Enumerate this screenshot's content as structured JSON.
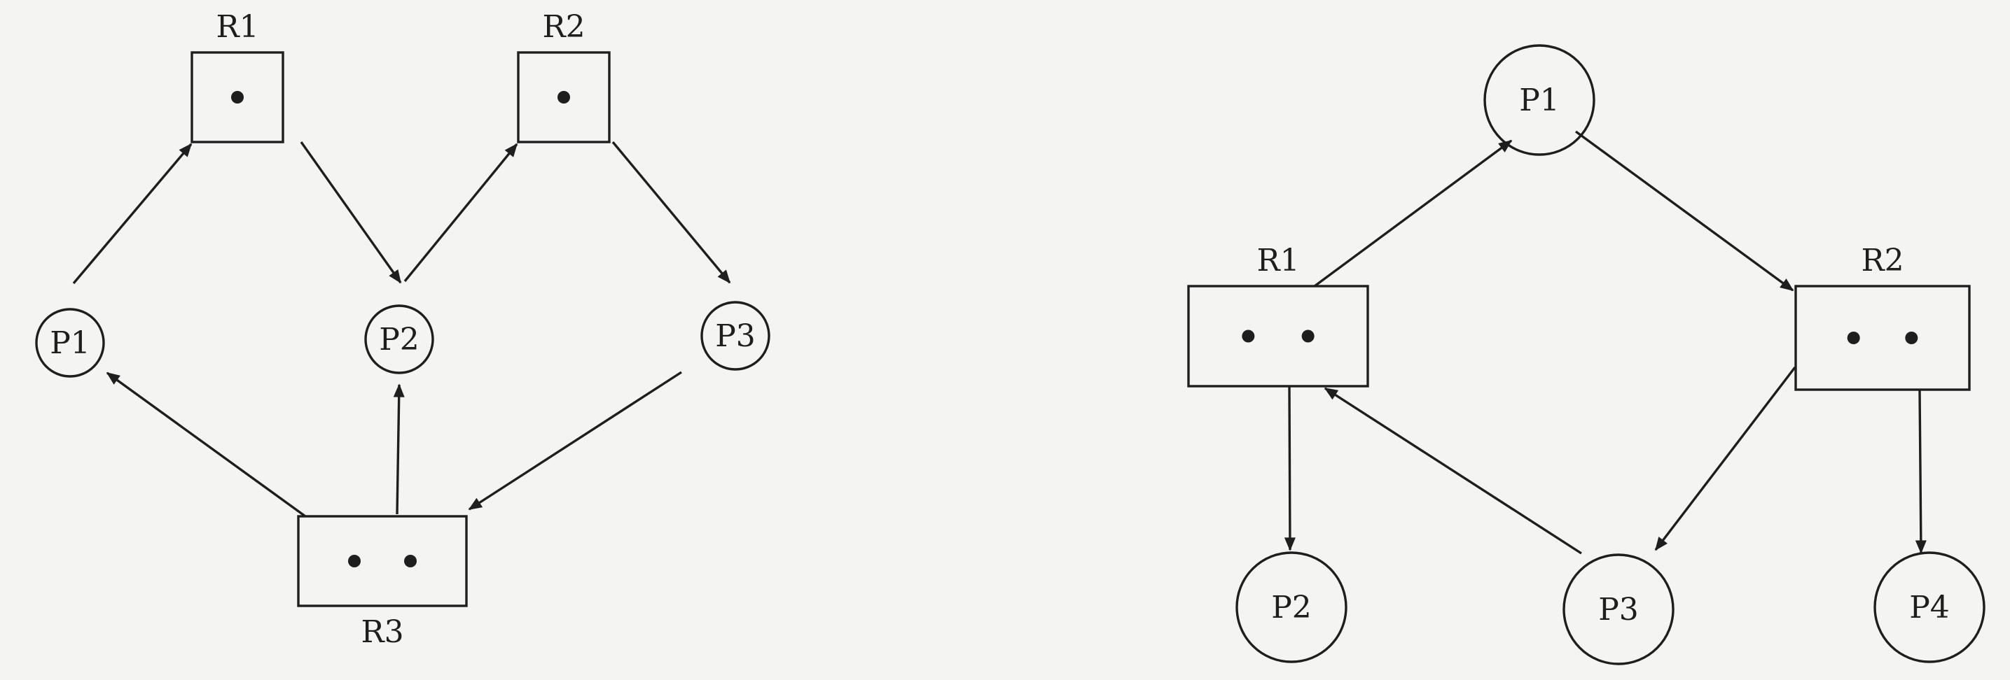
{
  "colors": {
    "background": "#f4f4f2",
    "stroke": "#1e1e1e"
  },
  "left_graph": {
    "processes": [
      {
        "id": "P1",
        "label": "P1"
      },
      {
        "id": "P2",
        "label": "P2"
      },
      {
        "id": "P3",
        "label": "P3"
      }
    ],
    "resources": [
      {
        "id": "R1",
        "label": "R1",
        "instances": 1
      },
      {
        "id": "R2",
        "label": "R2",
        "instances": 1
      },
      {
        "id": "R3",
        "label": "R3",
        "instances": 2
      }
    ],
    "edges": [
      {
        "from": "P1",
        "to": "R1",
        "type": "request"
      },
      {
        "from": "R1",
        "to": "P2",
        "type": "assignment"
      },
      {
        "from": "P2",
        "to": "R2",
        "type": "request"
      },
      {
        "from": "R2",
        "to": "P3",
        "type": "assignment"
      },
      {
        "from": "P3",
        "to": "R3",
        "type": "request"
      },
      {
        "from": "R3",
        "to": "P1",
        "type": "assignment"
      },
      {
        "from": "R3",
        "to": "P2",
        "type": "assignment"
      }
    ]
  },
  "right_graph": {
    "processes": [
      {
        "id": "P1",
        "label": "P1"
      },
      {
        "id": "P2",
        "label": "P2"
      },
      {
        "id": "P3",
        "label": "P3"
      },
      {
        "id": "P4",
        "label": "P4"
      }
    ],
    "resources": [
      {
        "id": "R1",
        "label": "R1",
        "instances": 2
      },
      {
        "id": "R2",
        "label": "R2",
        "instances": 2
      }
    ],
    "edges": [
      {
        "from": "R1",
        "to": "P1",
        "type": "assignment"
      },
      {
        "from": "P1",
        "to": "R2",
        "type": "request"
      },
      {
        "from": "R1",
        "to": "P2",
        "type": "assignment"
      },
      {
        "from": "P3",
        "to": "R1",
        "type": "request"
      },
      {
        "from": "R2",
        "to": "P3",
        "type": "assignment"
      },
      {
        "from": "R2",
        "to": "P4",
        "type": "assignment"
      }
    ]
  }
}
